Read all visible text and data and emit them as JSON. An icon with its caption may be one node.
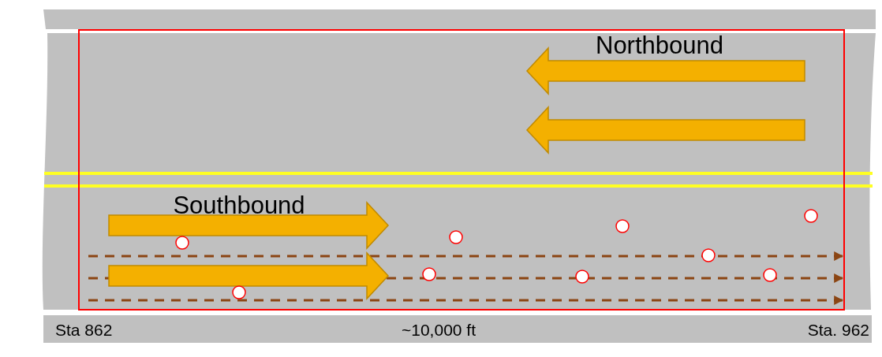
{
  "diagram": {
    "labels": [
      "Northbound",
      "Southbound",
      "Sta 862",
      "~10,000 ft",
      "Sta. 962"
    ]
  }
}
